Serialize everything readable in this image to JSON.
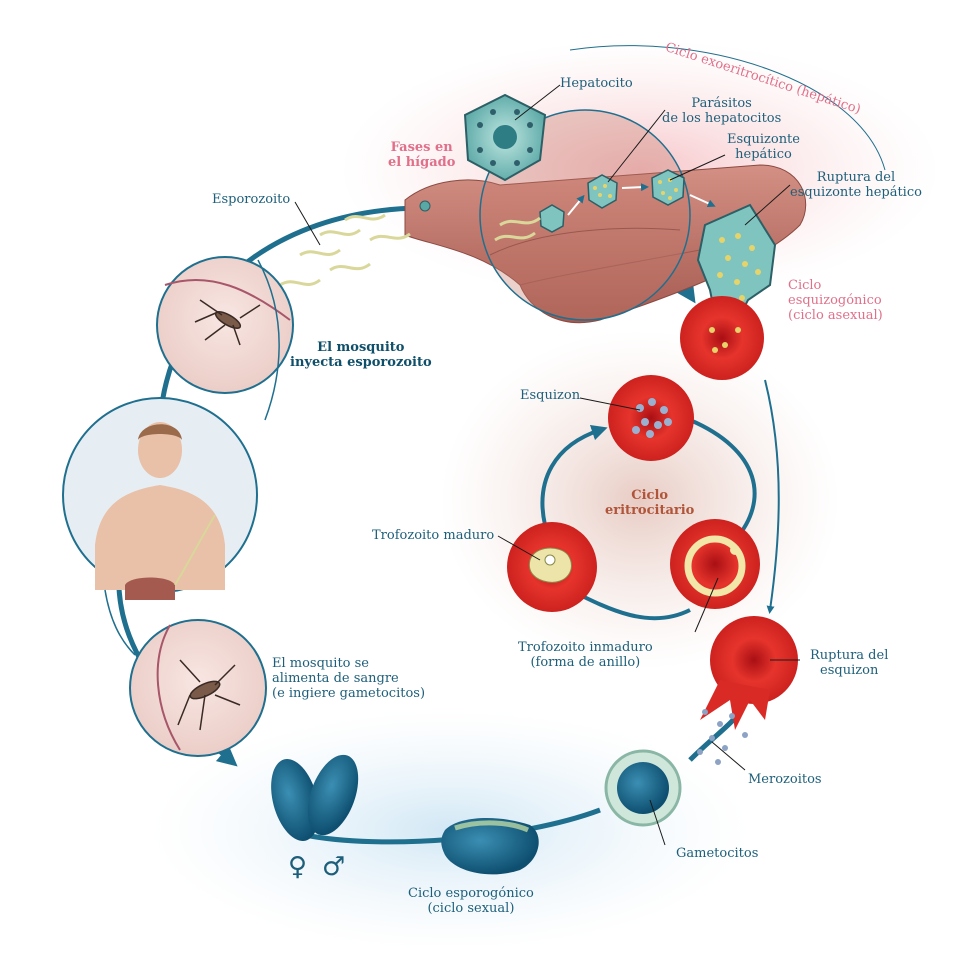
{
  "labels": {
    "exo_cycle": "Ciclo exoeritrocítico (hepático)",
    "hepatocito": "Hepatocito",
    "parasitos_1": "Parásitos",
    "parasitos_2": "de los hepatocitos",
    "esquizonte_hep_1": "Esquizonte",
    "esquizonte_hep_2": "hepático",
    "ruptura_esq_hep_1": "Ruptura del",
    "ruptura_esq_hep_2": "esquizonte hepático",
    "fases_higado_1": "Fases en",
    "fases_higado_2": "el hígado",
    "esporozoito": "Esporozoito",
    "mosquito_inyecta_1": "El mosquito",
    "mosquito_inyecta_2": "inyecta esporozoito",
    "esquizogonico_1": "Ciclo",
    "esquizogonico_2": "esquizogónico",
    "esquizogonico_3": "(ciclo asexual)",
    "esquizon": "Esquizon",
    "ciclo_eritro_1": "Ciclo",
    "ciclo_eritro_2": "eritrocitario",
    "trofozoito_maduro": "Trofozoito maduro",
    "trofozoito_inmaduro_1": "Trofozoito inmaduro",
    "trofozoito_inmaduro_2": "(forma de anillo)",
    "ruptura_esquizon_1": "Ruptura del",
    "ruptura_esquizon_2": "esquizon",
    "merozoitos": "Merozoitos",
    "gametocitos": "Gametocitos",
    "esporogonico_1": "Ciclo esporogónico",
    "esporogonico_2": "(ciclo sexual)",
    "mosquito_alimenta_1": "El mosquito se",
    "mosquito_alimenta_2": "alimenta de sangre",
    "mosquito_alimenta_3": "(e ingiere gametocitos)",
    "female_symbol": "♀",
    "male_symbol": "♂"
  },
  "colors": {
    "label_teal": "#1d5f7a",
    "accent_pink": "#e0708a",
    "accent_brown": "#b0553a",
    "cycle_arrow": "#1f6f8f",
    "red_cell": "#e8322a",
    "liver": "#b8685c",
    "parasite_teal": "#7fc4bf"
  }
}
